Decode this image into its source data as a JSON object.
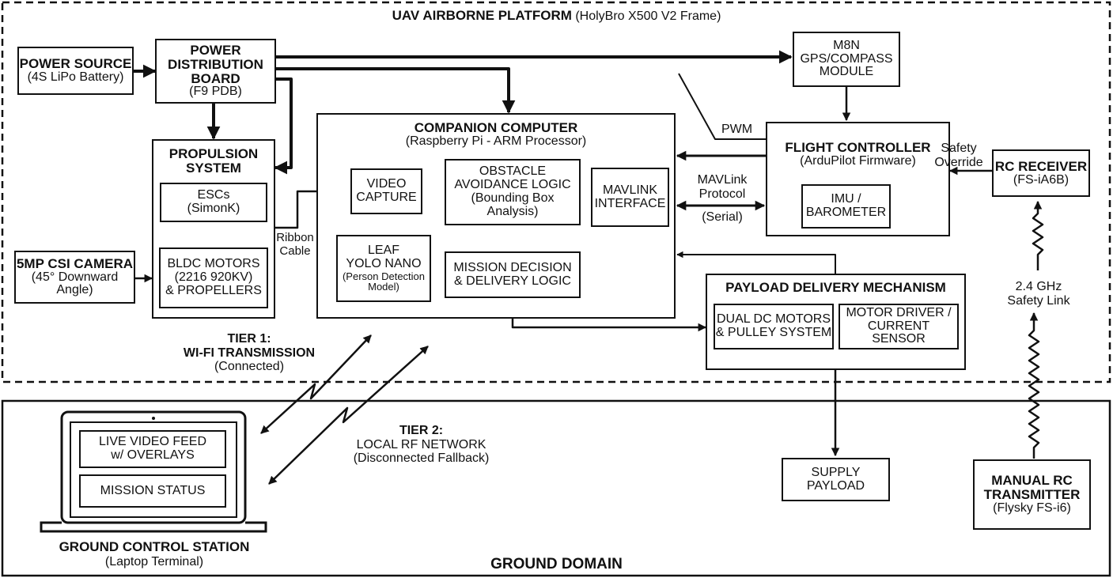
{
  "airborne": {
    "title": "UAV AIRBORNE PLATFORM",
    "subtitle": "(HolyBro X500 V2 Frame)"
  },
  "ground_domain": {
    "title": "GROUND DOMAIN"
  },
  "power_source": {
    "title": "POWER SOURCE",
    "sub": "(4S LiPo Battery)"
  },
  "pdb": {
    "title_1": "POWER",
    "title_2": "DISTRIBUTION",
    "title_3": "BOARD",
    "sub": "(F9 PDB)"
  },
  "propulsion": {
    "title_1": "PROPULSION",
    "title_2": "SYSTEM",
    "escs": {
      "l1": "ESCs",
      "l2": "(SimonK)"
    },
    "motors": {
      "l1": "BLDC MOTORS",
      "l2": "(2216 920KV)",
      "l3": "& PROPELLERS"
    }
  },
  "camera": {
    "title": "5MP CSI CAMERA",
    "l2": "(45° Downward",
    "l3": "Angle)"
  },
  "ribbon": {
    "l1": "Ribbon",
    "l2": "Cable"
  },
  "companion": {
    "title": "COMPANION COMPUTER",
    "sub": "(Raspberry Pi - ARM Processor)",
    "video_capture": {
      "l1": "VIDEO",
      "l2": "CAPTURE"
    },
    "obstacle": {
      "l1": "OBSTACLE",
      "l2": "AVOIDANCE LOGIC",
      "l3": "(Bounding Box",
      "l4": "Analysis)"
    },
    "mavlink_iface": {
      "l1": "MAVLINK",
      "l2": "INTERFACE"
    },
    "leaf": {
      "l1": "LEAF",
      "l2": "YOLO NANO",
      "l3": "(Person Detection",
      "l4": "Model)"
    },
    "mission": {
      "l1": "MISSION DECISION",
      "l2": "& DELIVERY LOGIC"
    }
  },
  "gps": {
    "l1": "M8N",
    "l2": "GPS/COMPASS",
    "l3": "MODULE"
  },
  "pwm": {
    "label": "PWM"
  },
  "flight_controller": {
    "title": "FLIGHT CONTROLLER",
    "sub": "(ArduPilot Firmware)",
    "imu": {
      "l1": "IMU /",
      "l2": "BAROMETER"
    }
  },
  "mavlink_protocol": {
    "l1": "MAVLink",
    "l2": "Protocol",
    "l3": "(Serial)"
  },
  "safety_override": {
    "l1": "Safety",
    "l2": "Override"
  },
  "rc_receiver": {
    "title": "RC RECEIVER",
    "sub": "(FS-iA6B)"
  },
  "safety_link": {
    "l1": "2.4 GHz",
    "l2": "Safety Link"
  },
  "payload": {
    "title": "PAYLOAD DELIVERY MECHANISM",
    "dual_motors": {
      "l1": "DUAL DC MOTORS",
      "l2": "& PULLEY SYSTEM"
    },
    "driver": {
      "l1": "MOTOR DRIVER /",
      "l2": "CURRENT SENSOR"
    }
  },
  "tier1": {
    "l1": "TIER 1:",
    "l2": "WI-FI TRANSMISSION",
    "l3": "(Connected)"
  },
  "tier2": {
    "l1": "TIER 2:",
    "l2": "LOCAL RF NETWORK",
    "l3": "(Disconnected Fallback)"
  },
  "gcs": {
    "video": {
      "l1": "LIVE VIDEO FEED",
      "l2": "w/ OVERLAYS"
    },
    "status": "MISSION STATUS",
    "title": "GROUND CONTROL STATION",
    "sub": "(Laptop Terminal)"
  },
  "supply": {
    "l1": "SUPPLY",
    "l2": "PAYLOAD"
  },
  "transmitter": {
    "l1": "MANUAL RC",
    "l2": "TRANSMITTER",
    "l3": "(Flysky FS-i6)"
  }
}
